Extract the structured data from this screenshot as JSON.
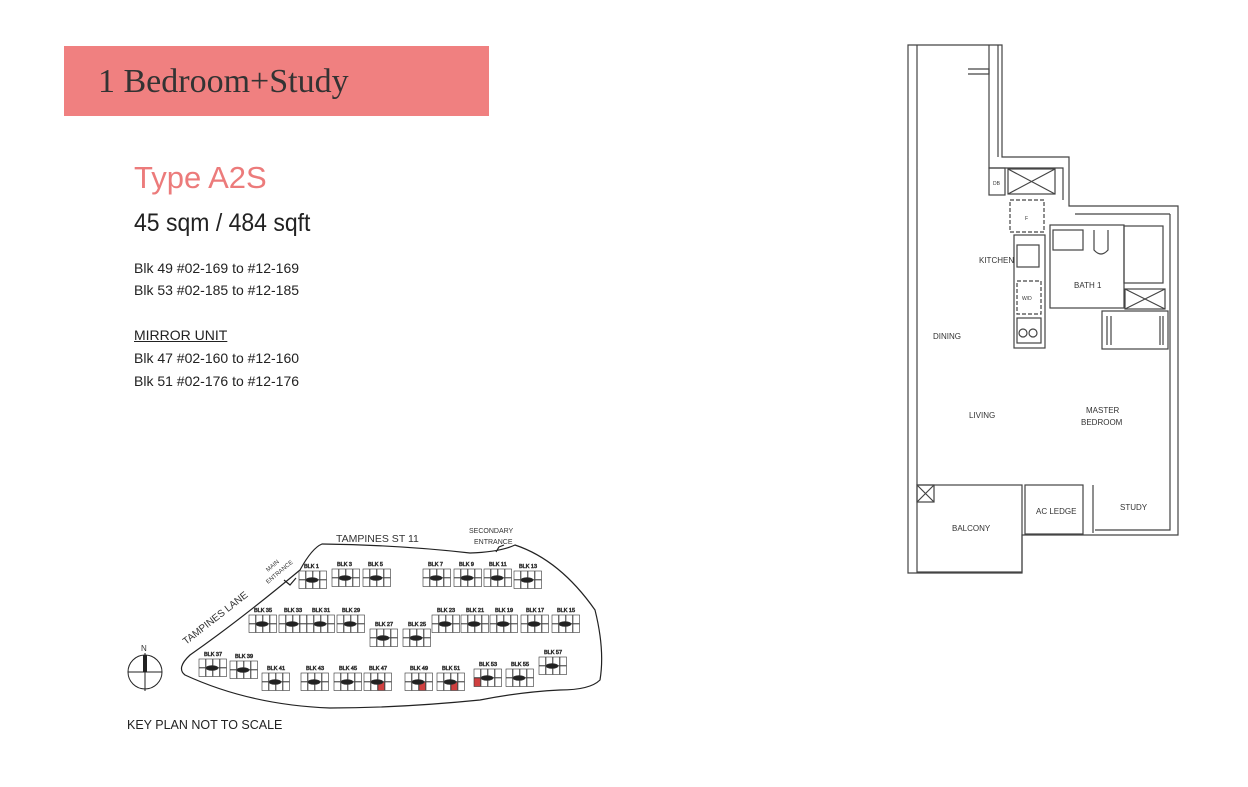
{
  "header": {
    "title": "1 Bedroom+Study",
    "banner_color": "#f08080"
  },
  "unit": {
    "type": "Type A2S",
    "size": "45 sqm / 484 sqft",
    "stacks": [
      "Blk 49  #02-169 to #12-169",
      "Blk 53  #02-185 to #12-185"
    ],
    "mirror_label": "MIRROR UNIT",
    "mirror_stacks": [
      "Blk 47  #02-160 to #12-160",
      "Blk 51  #02-176 to #12-176"
    ]
  },
  "floorplan": {
    "rooms": {
      "db": "DB",
      "fridge": "F",
      "kitchen": "KITCHEN",
      "wd": "W/D",
      "bath": "BATH 1",
      "dining": "DINING",
      "living": "LIVING",
      "master1": "MASTER",
      "master2": "BEDROOM",
      "balcony": "BALCONY",
      "ac_ledge": "AC LEDGE",
      "study": "STUDY"
    }
  },
  "keyplan": {
    "roads": {
      "north_road": "TAMPINES ST 11",
      "west_road": "TAMPINES LANE"
    },
    "main_entrance": [
      "MAIN",
      "ENTRANCE"
    ],
    "secondary_entrance": [
      "SECONDARY",
      "ENTRANCE"
    ],
    "north": "N",
    "blocks": [
      "BLK 1",
      "BLK 3",
      "BLK 5",
      "BLK 7",
      "BLK 9",
      "BLK 11",
      "BLK 13",
      "BLK 35",
      "BLK 33",
      "BLK 31",
      "BLK 29",
      "BLK 27",
      "BLK 25",
      "BLK 23",
      "BLK 21",
      "BLK 19",
      "BLK 17",
      "BLK 15",
      "BLK 37",
      "BLK 39",
      "BLK 41",
      "BLK 43",
      "BLK 45",
      "BLK 47",
      "BLK 49",
      "BLK 51",
      "BLK 53",
      "BLK 55",
      "BLK 57"
    ],
    "note": "KEY PLAN NOT TO SCALE",
    "highlight_color": "#d04040"
  }
}
